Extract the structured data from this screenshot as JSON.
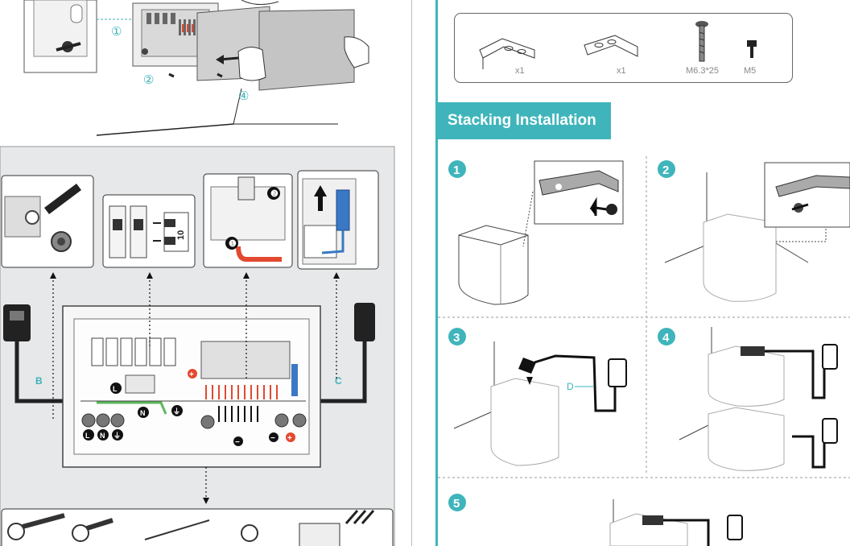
{
  "left_top": {
    "steps": [
      "①",
      "②",
      "④"
    ]
  },
  "wiring": {
    "detail_numbers": [
      "❶",
      "❷"
    ],
    "breaker_label": "10",
    "cable_labels": [
      "B",
      "C"
    ],
    "terminal_labels": [
      "L",
      "N",
      "⏚",
      "L",
      "N",
      "⏚"
    ],
    "polarity": [
      "+",
      "−",
      "−",
      "+"
    ]
  },
  "hardware": {
    "items": [
      {
        "qty": "x1"
      },
      {
        "qty": "x1"
      },
      {
        "qty": "M6.3*25"
      },
      {
        "qty": "M5"
      }
    ]
  },
  "section": {
    "title": "Stacking Installation"
  },
  "steps": {
    "numbers": [
      "1",
      "2",
      "3",
      "4",
      "5"
    ],
    "cable_label": "D"
  },
  "colors": {
    "accent": "#3fb5bb",
    "panel_bg": "#e6e8ea",
    "cable_red": "#e2492f",
    "cable_green": "#5cb85c"
  }
}
